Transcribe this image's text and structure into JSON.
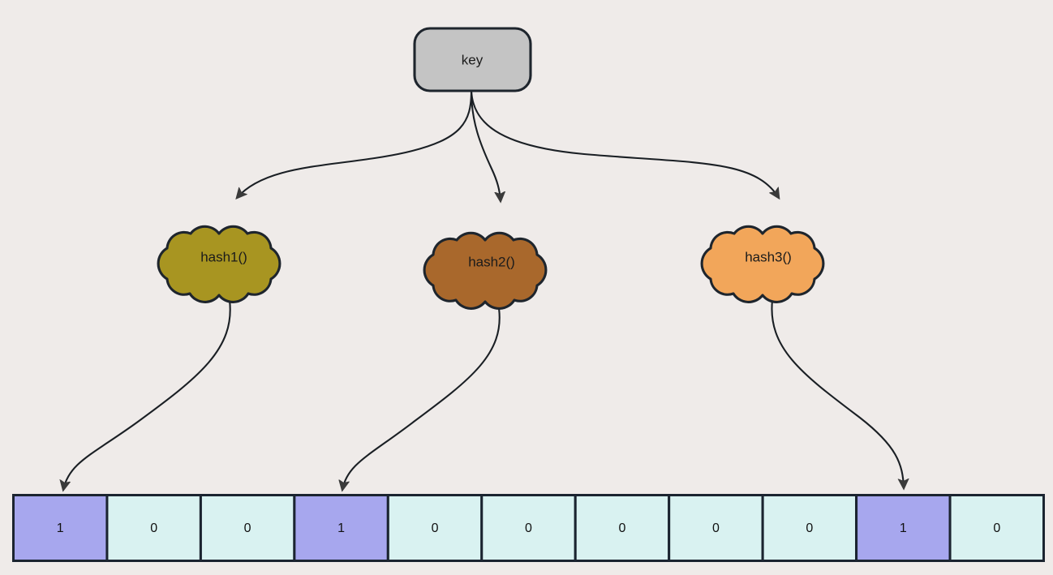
{
  "diagram": {
    "title": "bloom-filter-hashing",
    "background_color": "#efebe9",
    "key_node": {
      "label": "key",
      "fill": "#c4c4c4",
      "stroke": "#1e252d"
    },
    "hash_nodes": [
      {
        "label": "hash1()",
        "fill": "#a89521",
        "stroke": "#1e252d",
        "icon": "cloud-shape"
      },
      {
        "label": "hash2()",
        "fill": "#a9682c",
        "stroke": "#1e252d",
        "icon": "cloud-shape"
      },
      {
        "label": "hash3()",
        "fill": "#f2a65a",
        "stroke": "#1e252d",
        "icon": "cloud-shape"
      }
    ],
    "bit_array": {
      "set_fill": "#a7a7ee",
      "unset_fill": "#d9f2f1",
      "stroke": "#1b2430",
      "cells": [
        {
          "value": "1",
          "set": true
        },
        {
          "value": "0",
          "set": false
        },
        {
          "value": "0",
          "set": false
        },
        {
          "value": "1",
          "set": true
        },
        {
          "value": "0",
          "set": false
        },
        {
          "value": "0",
          "set": false
        },
        {
          "value": "0",
          "set": false
        },
        {
          "value": "0",
          "set": false
        },
        {
          "value": "0",
          "set": false
        },
        {
          "value": "1",
          "set": true
        },
        {
          "value": "0",
          "set": false
        }
      ]
    },
    "edges": [
      {
        "name": "key-to-hash1",
        "from": "key",
        "to": "hash1()"
      },
      {
        "name": "key-to-hash2",
        "from": "key",
        "to": "hash2()"
      },
      {
        "name": "key-to-hash3",
        "from": "key",
        "to": "hash3()"
      },
      {
        "name": "hash1-to-bit0",
        "from": "hash1()",
        "to": "bit-cell-0"
      },
      {
        "name": "hash2-to-bit3",
        "from": "hash2()",
        "to": "bit-cell-3"
      },
      {
        "name": "hash3-to-bit9",
        "from": "hash3()",
        "to": "bit-cell-9"
      }
    ]
  }
}
